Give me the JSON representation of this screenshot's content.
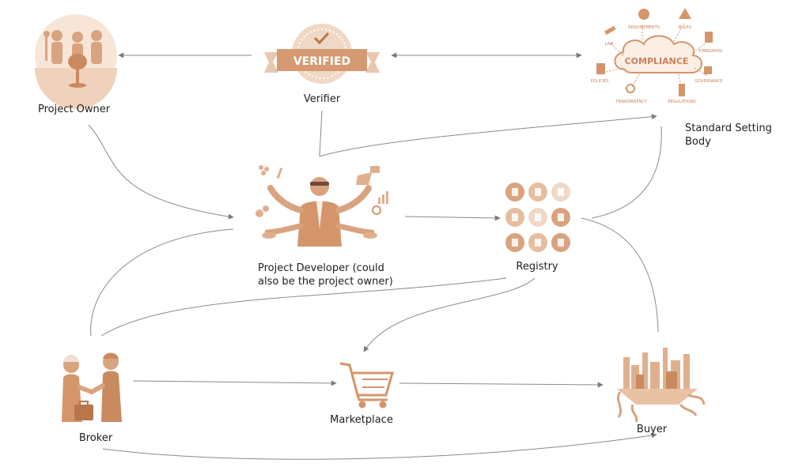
{
  "nodes": {
    "project_owner": {
      "label": "Project Owner"
    },
    "verifier": {
      "label": "Verifier",
      "badge": "VERIFIED"
    },
    "standard_setting_body": {
      "label_line1": "Standard Setting",
      "label_line2": "Body"
    },
    "project_developer": {
      "label_line1": "Project Developer (could",
      "label_line2": "also be the project owner)"
    },
    "registry": {
      "label": "Registry"
    },
    "broker": {
      "label": "Broker"
    },
    "marketplace": {
      "label": "Marketplace"
    },
    "buyer": {
      "label": "Buyer"
    }
  },
  "compliance": {
    "center": "COMPLIANCE",
    "items": [
      "LAW",
      "REQUIREMENTS",
      "RULES",
      "STANDARDS",
      "GOVERNANCE",
      "REGULATIONS",
      "TRANSPARENCY",
      "POLICIES"
    ]
  },
  "colors": {
    "accent": "#d4956a",
    "accent_dark": "#b8764a",
    "light": "#f3dccb",
    "line": "#8a8a8a"
  }
}
